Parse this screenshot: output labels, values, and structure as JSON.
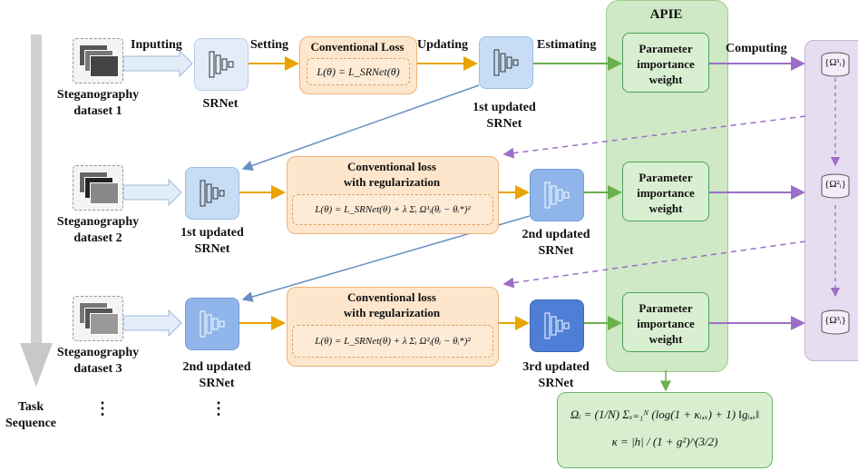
{
  "apie_title": "APIE",
  "task_sequence": [
    "Task",
    "Sequence"
  ],
  "flow_labels": {
    "inputting": "Inputting",
    "setting": "Setting",
    "updating": "Updating",
    "estimating": "Estimating",
    "computing": "Computing"
  },
  "row1": {
    "dataset": [
      "Steganography",
      "dataset 1"
    ],
    "model_in": [
      "SRNet"
    ],
    "loss_title": "Conventional Loss",
    "loss_formula": "L(θ) = L_SRNet(θ)",
    "model_out": [
      "1st updated",
      "SRNet"
    ],
    "param": [
      "Parameter",
      "importance",
      "weight"
    ],
    "omega": "{Ω¹ᵢ}"
  },
  "row2": {
    "dataset": [
      "Steganography",
      "dataset 2"
    ],
    "model_in": [
      "1st updated",
      "SRNet"
    ],
    "loss_title": [
      "Conventional loss",
      "with regularization"
    ],
    "loss_formula": "L(θ) = L_SRNet(θ) + λ Σᵢ Ω¹ᵢ(θᵢ − θᵢ*)²",
    "model_out": [
      "2nd updated",
      "SRNet"
    ],
    "param": [
      "Parameter",
      "importance",
      "weight"
    ],
    "omega": "{Ω²ᵢ}"
  },
  "row3": {
    "dataset": [
      "Steganography",
      "dataset 3"
    ],
    "model_in": [
      "2nd updated",
      "SRNet"
    ],
    "loss_title": [
      "Conventional loss",
      "with regularization"
    ],
    "loss_formula": "L(θ) = L_SRNet(θ) + λ Σᵢ Ω²ᵢ(θᵢ − θᵢ*)²",
    "model_out": [
      "3rd updated",
      "SRNet"
    ],
    "param": [
      "Parameter",
      "importance",
      "weight"
    ],
    "omega": "{Ω³ᵢ}"
  },
  "ellipsis": "⋮",
  "formula": {
    "line1": "Ωᵢ = (1/N) Σₓ₌₁ᴺ (log(1 + κᵢ,ₓ) + 1) ‖gᵢ,ₓ‖",
    "line2": "κ = |h| / (1 + g²)^(3/2)"
  },
  "colors": {
    "orange_arrow": "#e8a400",
    "green_arrow": "#6ab04c",
    "purple_arrow": "#9b6fc7",
    "blue_arrow": "#6a8fc4",
    "apie_bg": "#cfe8c6",
    "right_panel_bg": "#e6ddf0"
  }
}
